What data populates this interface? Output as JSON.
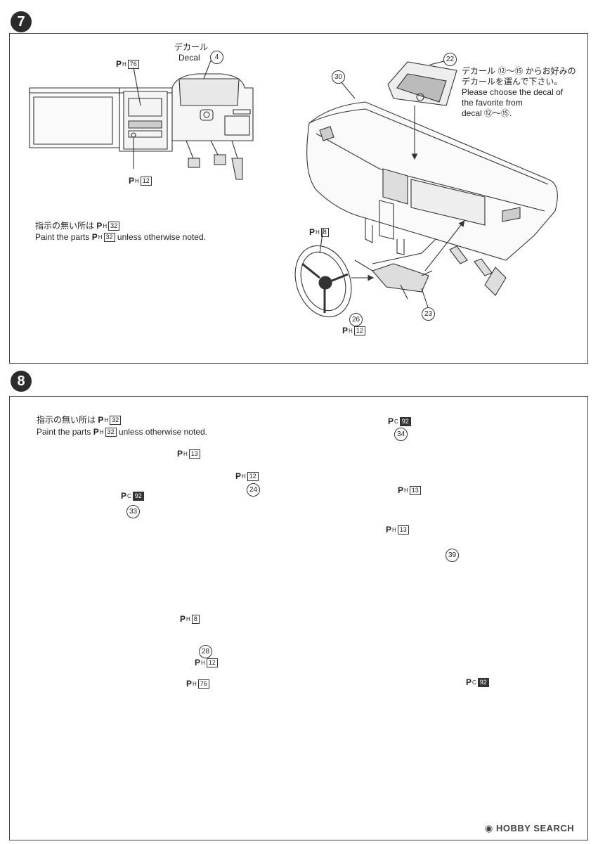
{
  "step7": {
    "number": "7",
    "decal_jp": "デカール",
    "decal_en": "Decal",
    "decal_num": "4",
    "ph_top": {
      "p": "P",
      "sub": "H",
      "code": "76"
    },
    "ph_bottom": {
      "p": "P",
      "sub": "H",
      "code": "12"
    },
    "note_jp": "指示の無い所は",
    "note_ph": {
      "p": "P",
      "sub": "H",
      "code": "32"
    },
    "note_en_pre": "Paint the parts",
    "note_en_post": "unless otherwise noted.",
    "part30": "30",
    "part22": "22",
    "part23": "23",
    "part26": "26",
    "decal_choice_jp1": "デカール ⑫～⑮ からお好みの",
    "decal_choice_jp2": "デカールを選んで下さい。",
    "decal_choice_en1": "Please choose the decal of",
    "decal_choice_en2": "the favorite from",
    "decal_choice_en3": "decal ⑫～⑮.",
    "ph_wheel": {
      "p": "P",
      "sub": "H",
      "code": "8"
    },
    "ph_26": {
      "p": "P",
      "sub": "H",
      "code": "12"
    }
  },
  "step8": {
    "number": "8",
    "note_jp": "指示の無い所は",
    "note_ph": {
      "p": "P",
      "sub": "H",
      "code": "32"
    },
    "note_en_pre": "Paint the parts",
    "note_en_post": "unless otherwise noted.",
    "part33": "33",
    "part34": "34",
    "part24": "24",
    "part28": "28",
    "part39": "39",
    "ph_c92_a": {
      "p": "P",
      "sub": "C",
      "code": "92"
    },
    "ph_c92_b": {
      "p": "P",
      "sub": "C",
      "code": "92"
    },
    "ph_c92_c": {
      "p": "P",
      "sub": "C",
      "code": "92"
    },
    "ph_h13_a": {
      "p": "P",
      "sub": "H",
      "code": "13"
    },
    "ph_h13_b": {
      "p": "P",
      "sub": "H",
      "code": "13"
    },
    "ph_h13_c": {
      "p": "P",
      "sub": "H",
      "code": "13"
    },
    "ph_h12_a": {
      "p": "P",
      "sub": "H",
      "code": "12"
    },
    "ph_h12_b": {
      "p": "P",
      "sub": "H",
      "code": "12"
    },
    "ph_h8": {
      "p": "P",
      "sub": "H",
      "code": "8"
    },
    "ph_h76": {
      "p": "P",
      "sub": "H",
      "code": "76"
    }
  },
  "watermark": "HOBBY SEARCH"
}
